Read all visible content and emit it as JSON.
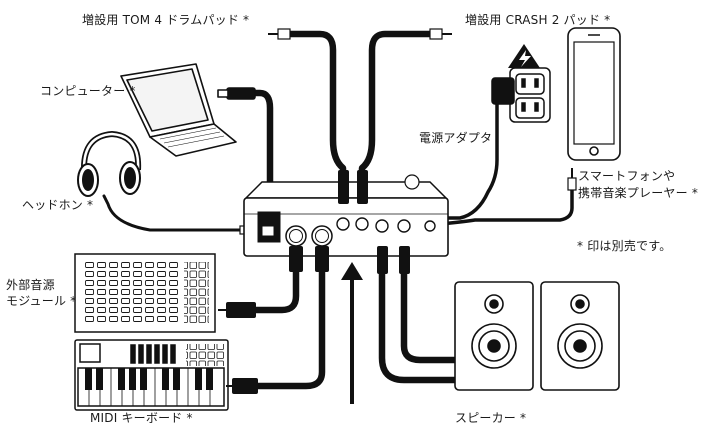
{
  "labels": {
    "tom_pad": "増設用 TOM 4 ドラムパッド *",
    "crash_pad": "増設用 CRASH 2 パッド *",
    "computer": "コンピューター *",
    "power_adapter": "電源アダプタ",
    "headphones": "ヘッドホン *",
    "smartphone_line1": "スマートフォンや",
    "smartphone_line2": "携帯音楽プレーヤー *",
    "sold_separately": "* 印は別売です。",
    "module_line1": "外部音源",
    "module_line2": "モジュール *",
    "midi_keyboard": "MIDI キーボード *",
    "speakers": "スピーカー *"
  }
}
